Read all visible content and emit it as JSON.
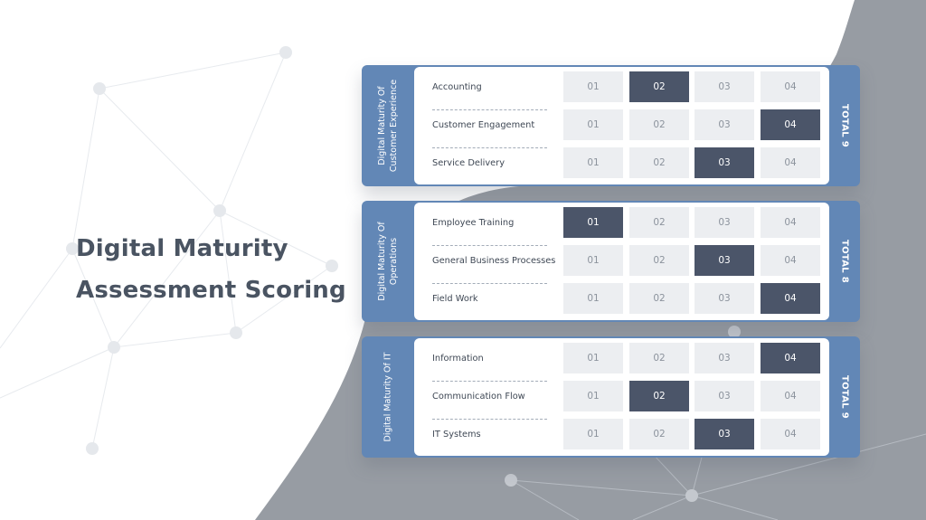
{
  "title_lines": [
    "Digital Maturity",
    "Assessment Scoring"
  ],
  "colors": {
    "card": "#6287b6",
    "selected": "#4b5569",
    "cell": "#eceef1",
    "title": "#4a5462",
    "background_shape": "#979ca3"
  },
  "score_labels": [
    "01",
    "02",
    "03",
    "04"
  ],
  "groups": [
    {
      "label": "Digital Maturity Of\nCustomer Experience",
      "total": "TOTAL 9",
      "rows": [
        {
          "label": "Accounting",
          "score": 2
        },
        {
          "label": "Customer Engagement",
          "score": 4
        },
        {
          "label": "Service Delivery",
          "score": 3
        }
      ]
    },
    {
      "label": "Digital Maturity Of\nOperations",
      "total": "TOTAL 8",
      "rows": [
        {
          "label": "Employee Training",
          "score": 1
        },
        {
          "label": "General Business Processes",
          "score": 3
        },
        {
          "label": "Field Work",
          "score": 4
        }
      ]
    },
    {
      "label": "Digital Maturity Of IT",
      "total": "TOTAL 9",
      "rows": [
        {
          "label": "Information",
          "score": 4
        },
        {
          "label": "Communication Flow",
          "score": 2
        },
        {
          "label": "IT Systems",
          "score": 3
        }
      ]
    }
  ]
}
